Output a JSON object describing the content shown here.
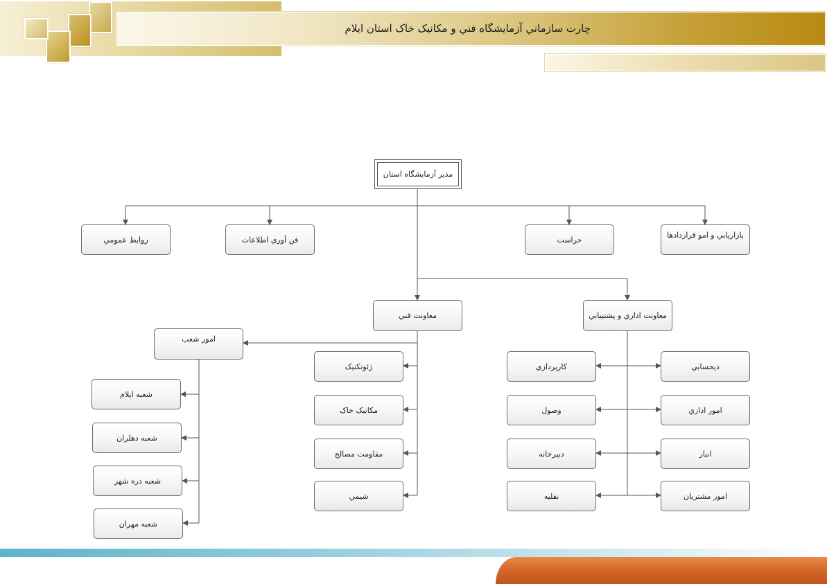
{
  "header": {
    "title": "چارت سازماني آزمايشگاه فني و مکانيک خاک استان ايلام"
  },
  "colors": {
    "gold_dark": "#b88a12",
    "gold_light": "#f1e7c6",
    "teal": "#5fb3c9",
    "orange": "#d4662a",
    "connector": "#555555"
  },
  "chart": {
    "root": "مدير آزمايشگاه استان",
    "staff": {
      "public_relations": "روابط عمومي",
      "it": "فن آوري اطلاعات",
      "security": "حراست",
      "marketing": "بازاريابي و امو قراردادها"
    },
    "technical": {
      "label": "معاونت فني",
      "branches": {
        "label": "امور شعب",
        "items": [
          "شعبه ايلام",
          "شعبه دهلران",
          "شعبه دره شهر",
          "شعبه مهران"
        ]
      },
      "units": [
        "ژئوتکنيک",
        "مکانيک خاک",
        "مقاومت مصالح",
        "شيمي"
      ]
    },
    "admin": {
      "label": "معاونت اداري و پشتيباني",
      "left": [
        "کارپردازي",
        "وصول",
        "دبيرخانه",
        "نقليه"
      ],
      "right": [
        "ذيحسابي",
        "امور اداري",
        "انبار",
        "امور مشتريان"
      ]
    }
  }
}
